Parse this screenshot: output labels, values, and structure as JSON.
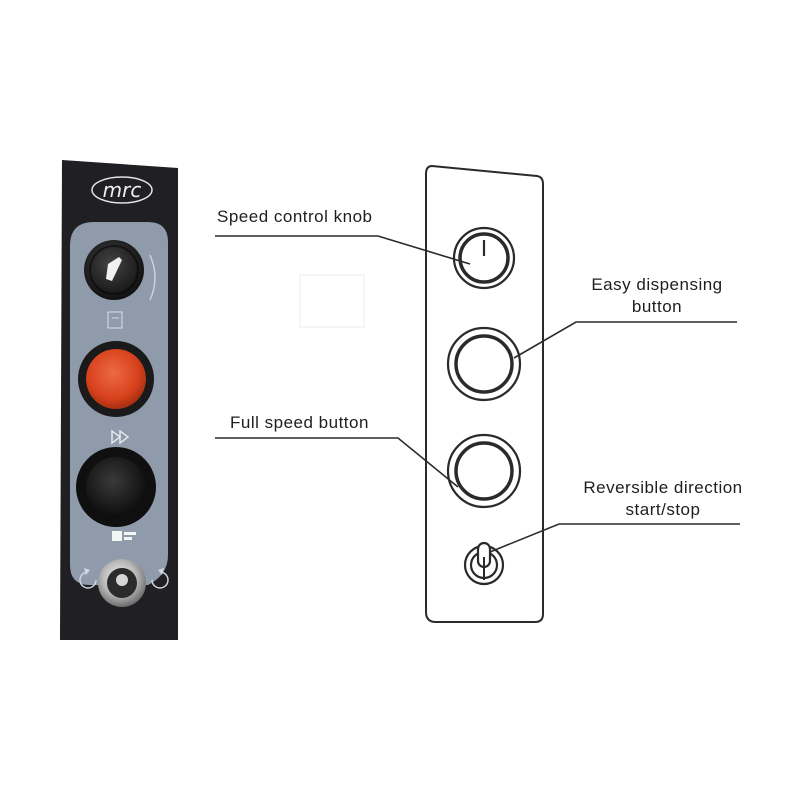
{
  "device_photo": {
    "brand_logo": "mrc",
    "colors": {
      "housing": "#1f1f24",
      "panel": "#8f9bab",
      "red_button": "#d8421d",
      "black_button": "#141414"
    },
    "icons": [
      "speed-knob-icon",
      "dispense-mode-icon",
      "fast-forward-icon",
      "reverse-start-stop-icon"
    ]
  },
  "schematic": {
    "labels": {
      "speed_knob": "Speed control knob",
      "dispense_line1": "Easy dispensing",
      "dispense_line2": "button",
      "full_speed": "Full speed button",
      "reverse_line1": "Reversible direction",
      "reverse_line2": "start/stop"
    },
    "colors": {
      "line": "#2a2a2a",
      "panel_fill": "#ffffff"
    }
  }
}
